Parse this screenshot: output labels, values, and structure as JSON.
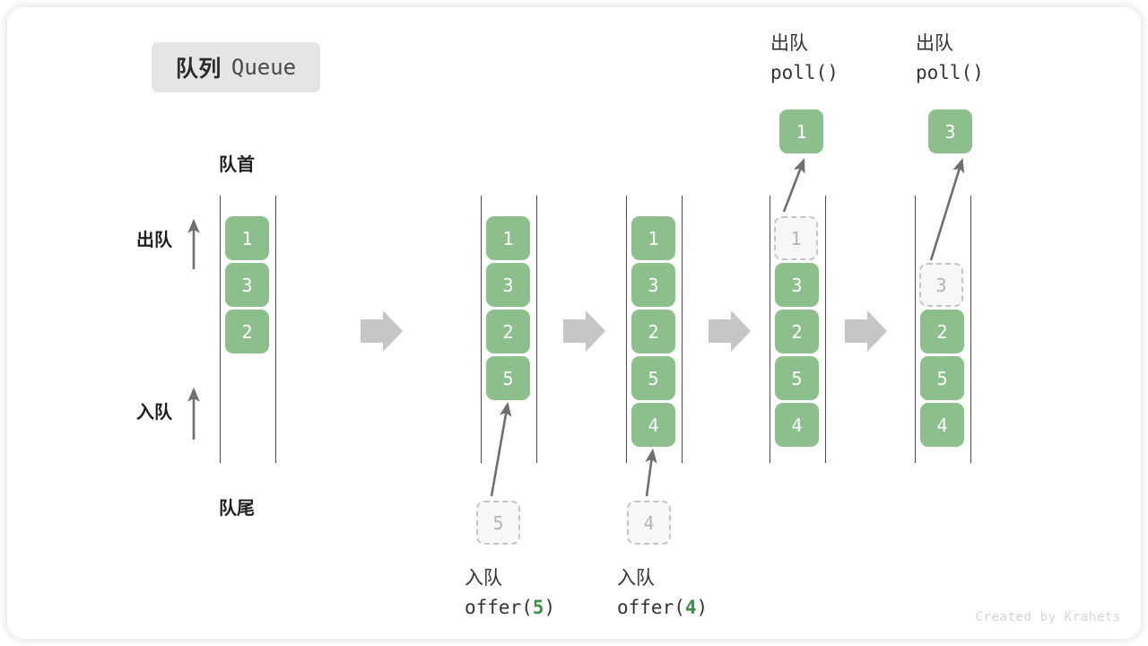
{
  "title": {
    "cn": "队列",
    "en": "Queue"
  },
  "labels": {
    "head": "队首",
    "tail": "队尾",
    "dequeue": "出队",
    "enqueue": "入队"
  },
  "watermark": "Created by Krahets",
  "colors": {
    "element_green": "#8cbf8c",
    "ghost_border": "#c4c4c4",
    "ghost_fill": "#f7f7f7",
    "rail": "#4a4a4a",
    "flow_arrow": "#c6c6c6",
    "accent_arg": "#3c8f47",
    "chip_bg": "#e5e5e5"
  },
  "stages": [
    {
      "id": "initial",
      "elements": [
        "1",
        "3",
        "2"
      ],
      "ghost_in_queue": null,
      "incoming": null,
      "popped": null,
      "caption_cn": null,
      "caption_code": null
    },
    {
      "id": "offer-5",
      "elements": [
        "1",
        "3",
        "2",
        "5"
      ],
      "ghost_in_queue": null,
      "incoming": "5",
      "popped": null,
      "caption_cn": "入队",
      "caption_code": "offer(5)",
      "caption_code_prefix": "offer(",
      "caption_code_arg": "5",
      "caption_code_suffix": ")"
    },
    {
      "id": "offer-4",
      "elements": [
        "1",
        "3",
        "2",
        "5",
        "4"
      ],
      "ghost_in_queue": null,
      "incoming": "4",
      "popped": null,
      "caption_cn": "入队",
      "caption_code": "offer(4)",
      "caption_code_prefix": "offer(",
      "caption_code_arg": "4",
      "caption_code_suffix": ")"
    },
    {
      "id": "poll-1",
      "elements": [
        "3",
        "2",
        "5",
        "4"
      ],
      "ghost_in_queue": "1",
      "incoming": null,
      "popped": "1",
      "caption_cn": "出队",
      "caption_code": "poll()",
      "caption_code_prefix": "poll()",
      "caption_code_arg": "",
      "caption_code_suffix": ""
    },
    {
      "id": "poll-3",
      "elements": [
        "2",
        "5",
        "4"
      ],
      "ghost_in_queue": "3",
      "incoming": null,
      "popped": "3",
      "caption_cn": "出队",
      "caption_code": "poll()",
      "caption_code_prefix": "poll()",
      "caption_code_arg": "",
      "caption_code_suffix": ""
    }
  ],
  "flow_arrow_count": 4
}
